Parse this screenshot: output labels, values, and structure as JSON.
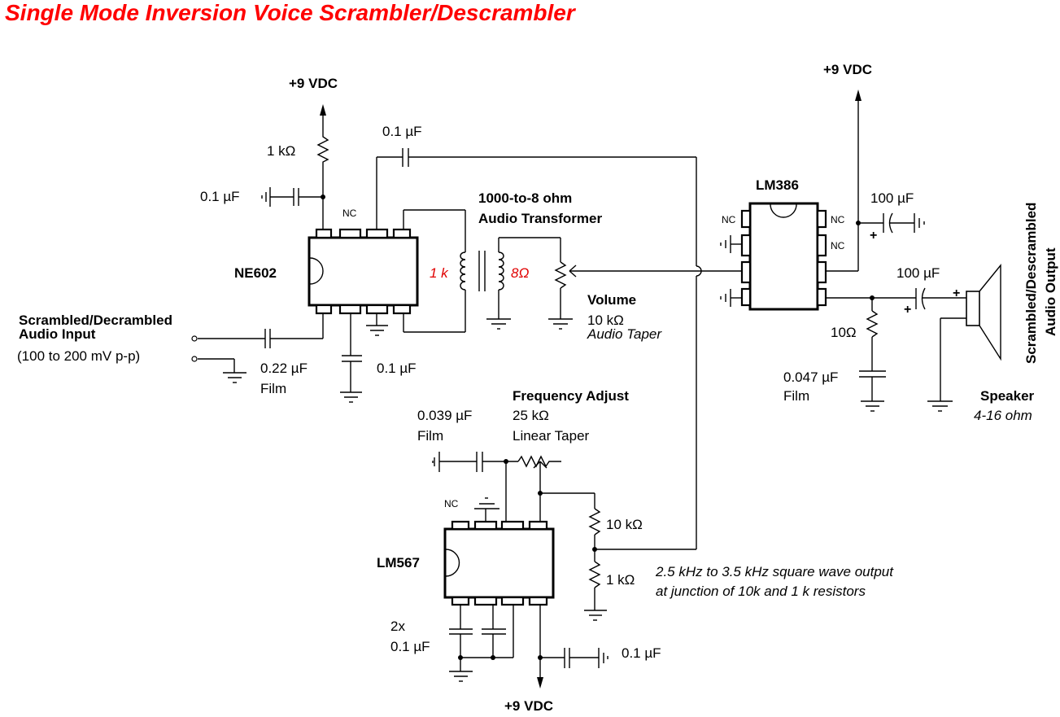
{
  "title": "Single Mode Inversion Voice Scrambler/Descrambler",
  "colors": {
    "title": "#ff0000",
    "transformer_labels": "#e00000",
    "wire": "#000000"
  },
  "power": {
    "ne602_supply": "+9 VDC",
    "lm386_supply": "+9 VDC",
    "lm567_supply": "+9 VDC"
  },
  "chips": {
    "ne602": "NE602",
    "lm386": "LM386",
    "lm567": "LM567"
  },
  "nc": "NC",
  "components": {
    "r_ne602_supply": "1 kΩ",
    "c_ne602_bypass": "0.1 µF",
    "c_osc_coupling": "0.1 µF",
    "transformer_title_1": "1000-to-8 ohm",
    "transformer_title_2": "Audio Transformer",
    "transformer_primary": "1 k",
    "transformer_secondary": "8Ω",
    "volume_title": "Volume",
    "volume_value": "10 kΩ",
    "volume_taper": "Audio Taper",
    "input_title_1": "Scrambled/Decrambled",
    "input_title_2": "Audio Input",
    "input_level": "(100 to 200 mV p-p)",
    "c_input_value": "0.22 µF",
    "c_input_type": "Film",
    "c_ne602_pin": "0.1 µF",
    "c_lm386_supply": "100 µF",
    "c_output": "100 µF",
    "r_zobel": "10Ω",
    "c_zobel_value": "0.047 µF",
    "c_zobel_type": "Film",
    "speaker_title": "Speaker",
    "speaker_impedance": "4-16 ohm",
    "output_title_1": "Scrambled/Descrambled",
    "output_title_2": "Audio Output",
    "freq_title": "Frequency Adjust",
    "freq_value": "25 kΩ",
    "freq_taper": "Linear Taper",
    "c_timing_value": "0.039 µF",
    "c_timing_type": "Film",
    "r_divider_top": "10 kΩ",
    "r_divider_bottom": "1 kΩ",
    "c_lm567_count": "2x",
    "c_lm567_value": "0.1 µF",
    "c_lm567_bypass": "0.1 µF",
    "polarity_plus": "+"
  },
  "notes": {
    "osc_line_1": "2.5 kHz to 3.5 kHz square wave output",
    "osc_line_2": "at junction of 10k and 1 k resistors"
  }
}
